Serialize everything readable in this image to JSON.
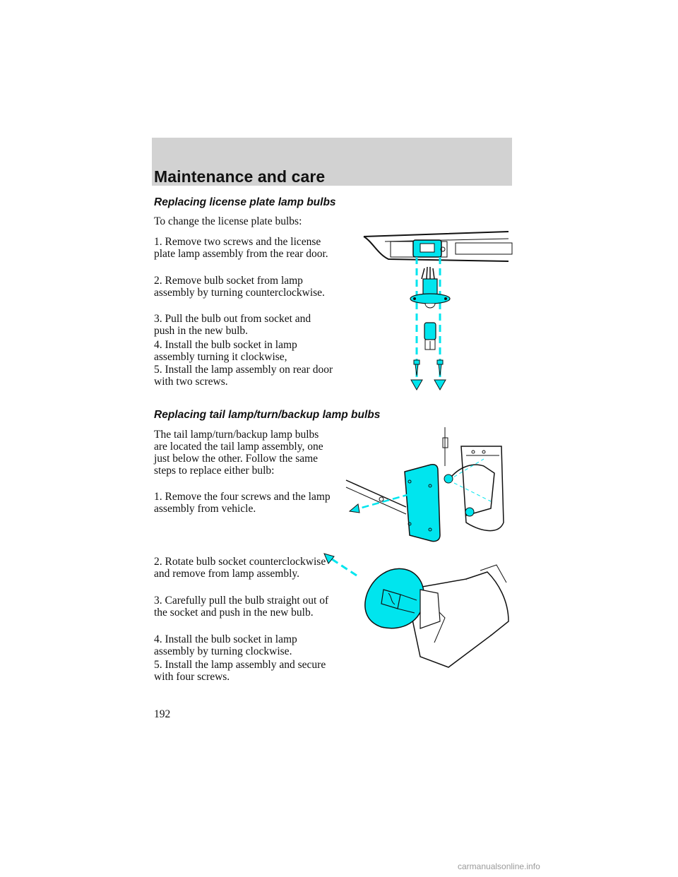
{
  "header": {
    "title": "Maintenance and care"
  },
  "sections": [
    {
      "heading": "Replacing license plate lamp bulbs",
      "paragraphs": [
        "To change the license plate bulbs:",
        "1. Remove two screws and the license plate lamp assembly from the rear door.",
        "2. Remove bulb socket from lamp assembly by turning counterclockwise.",
        "3. Pull the bulb out from socket and push in the new bulb.",
        "4. Install the bulb socket in lamp assembly turning it clockwise,",
        "5. Install the lamp assembly on rear door with two screws."
      ]
    },
    {
      "heading": "Replacing tail lamp/turn/backup lamp bulbs",
      "paragraphs": [
        "The tail lamp/turn/backup lamp bulbs are located the tail lamp assembly, one just below the other. Follow the same steps to replace either bulb:",
        "1. Remove the four screws and the lamp assembly from vehicle.",
        "2. Rotate bulb socket counterclockwise and remove from lamp assembly.",
        "3. Carefully pull the bulb straight out of the socket and push in the new bulb.",
        "4. Install the bulb socket in lamp assembly by turning clockwise.",
        "5. Install the lamp assembly and secure with four screws."
      ]
    }
  ],
  "page_number": "192",
  "watermark": "carmanualsonline.info",
  "colors": {
    "accent_cyan": "#00e5ee",
    "header_gray": "#d2d2d2"
  }
}
